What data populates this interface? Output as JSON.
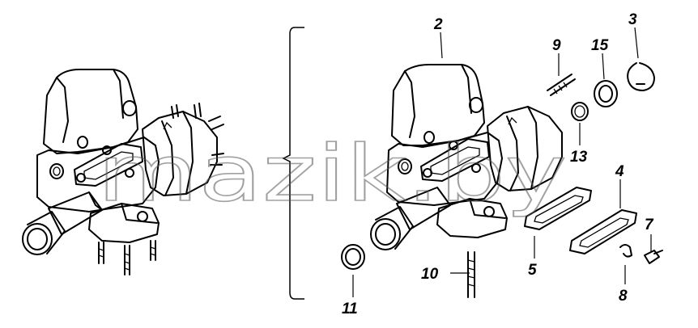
{
  "diagram": {
    "part_labels": [
      "2",
      "3",
      "4",
      "5",
      "7",
      "8",
      "9",
      "10",
      "11",
      "13",
      "15"
    ],
    "watermark": "mazik.by"
  }
}
